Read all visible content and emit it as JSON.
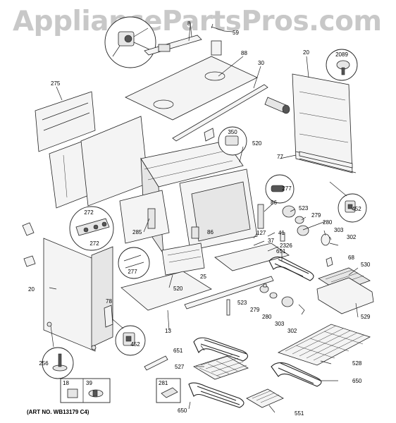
{
  "watermark": "AppliancePartsPros.com",
  "art_number": "(ART NO. WB13179 C4)",
  "part_labels": {
    "p8": "8",
    "p59": "59",
    "p88": "88",
    "p20_top": "20",
    "p2089": "2089",
    "p30": "30",
    "p275": "275",
    "p350": "350",
    "p520_top": "520",
    "p77": "77",
    "p277_right": "277",
    "p86_right": "86",
    "p523_top": "523",
    "p279_top": "279",
    "p452_right": "452",
    "p272_a": "272",
    "p272_b": "272",
    "p285": "285",
    "p86_mid": "86",
    "p127": "127",
    "p41": "41",
    "p280_top": "280",
    "p303_top": "303",
    "p302_top": "302",
    "p37": "37",
    "p2326": "2326",
    "p651_top": "651",
    "p68": "68",
    "p530": "530",
    "p277_left": "277",
    "p25": "25",
    "p520_bottom": "520",
    "p20_left": "20",
    "p78": "78",
    "p523_bottom": "523",
    "p279_bottom": "279",
    "p280_bottom": "280",
    "p303_bottom": "303",
    "p302_bottom": "302",
    "p529": "529",
    "p13": "13",
    "p452_left": "452",
    "p256": "256",
    "p651_bottom": "651",
    "p527": "527",
    "p528": "528",
    "p650_right": "650",
    "p18": "18",
    "p39": "39",
    "p281": "281",
    "p650_bottom": "650",
    "p551": "551"
  }
}
